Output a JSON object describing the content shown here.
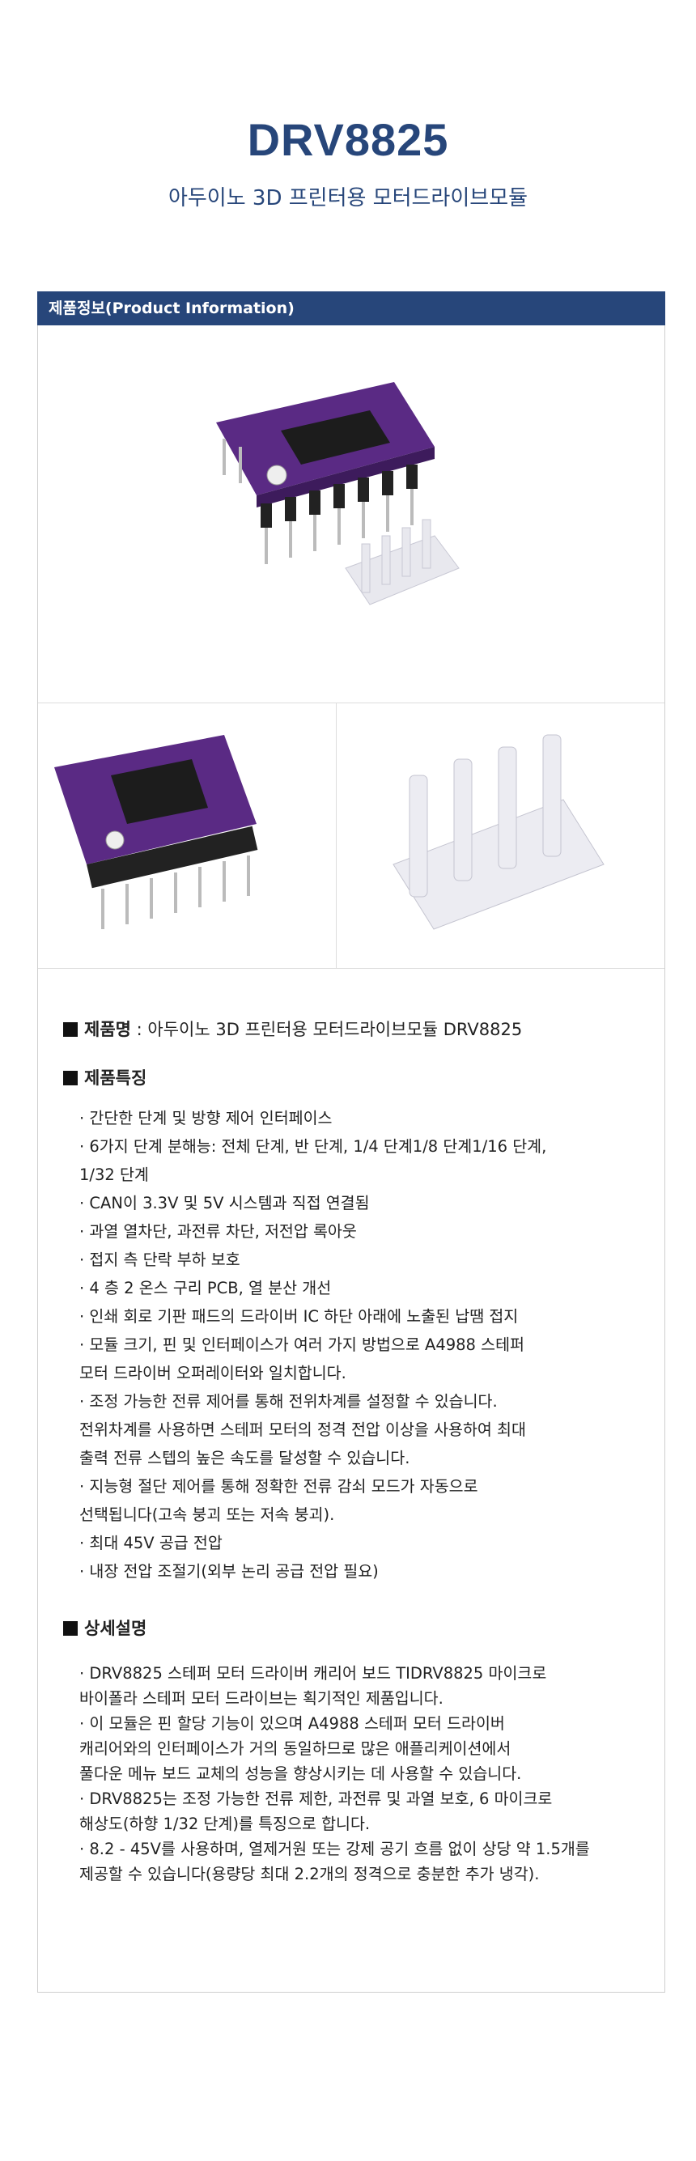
{
  "title": "DRV8825",
  "subtitle": "아두이노 3D 프린터용 모터드라이브모듈",
  "section_header": "제품정보(Product Information)",
  "product_name": {
    "label": "제품명",
    "separator": " :  ",
    "value": "아두이노 3D 프린터용 모터드라이브모듈 DRV8825"
  },
  "features": {
    "heading": "제품특징",
    "items": [
      "· 간단한 단계 및 방향 제어 인터페이스",
      "· 6가지 단계 분해능: 전체 단계, 반 단계, 1/4 단계1/8 단계1/16 단계,\n1/32 단계",
      "· CAN이 3.3V 및 5V 시스템과 직접 연결됨",
      "· 과열 열차단, 과전류 차단, 저전압 록아웃",
      "· 접지 측 단락 부하 보호",
      "· 4 층 2 온스 구리 PCB, 열 분산 개선",
      "· 인쇄 회로 기판 패드의 드라이버 IC 하단 아래에 노출된 납땜 접지",
      "· 모듈 크기, 핀 및 인터페이스가 여러 가지 방법으로 A4988 스테퍼\n모터 드라이버 오퍼레이터와 일치합니다.",
      "· 조정 가능한 전류 제어를 통해 전위차계를 설정할 수 있습니다.\n전위차계를 사용하면 스테퍼 모터의 정격 전압 이상을 사용하여 최대\n출력 전류 스텝의 높은 속도를 달성할 수 있습니다.",
      "· 지능형 절단 제어를 통해 정확한 전류 감쇠 모드가 자동으로\n선택됩니다(고속 붕괴 또는 저속 붕괴).",
      "· 최대 45V 공급 전압",
      "· 내장 전압 조절기(외부 논리 공급 전압 필요)"
    ]
  },
  "details": {
    "heading": "상세설명",
    "items": [
      "· DRV8825 스테퍼 모터 드라이버 캐리어 보드 TIDRV8825 마이크로\n바이폴라 스테퍼 모터 드라이브는 획기적인 제품입니다.",
      "· 이 모듈은 핀 할당 기능이 있으며 A4988 스테퍼 모터 드라이버\n캐리어와의 인터페이스가 거의 동일하므로 많은 애플리케이션에서\n풀다운 메뉴 보드 교체의 성능을 향상시키는 데 사용할 수 있습니다.",
      "· DRV8825는 조정 가능한 전류 제한, 과전류 및 과열 보호, 6 마이크로\n해상도(하향 1/32 단계)를 특징으로 합니다.",
      "· 8.2 - 45V를 사용하며, 열제거원 또는 강제 공기 흐름 없이 상당 약 1.5개를\n제공할 수 있습니다(용량당 최대 2.2개의 정격으로 충분한 추가 냉각)."
    ]
  },
  "colors": {
    "brand": "#27467a",
    "pcb": "#5a2a84"
  }
}
